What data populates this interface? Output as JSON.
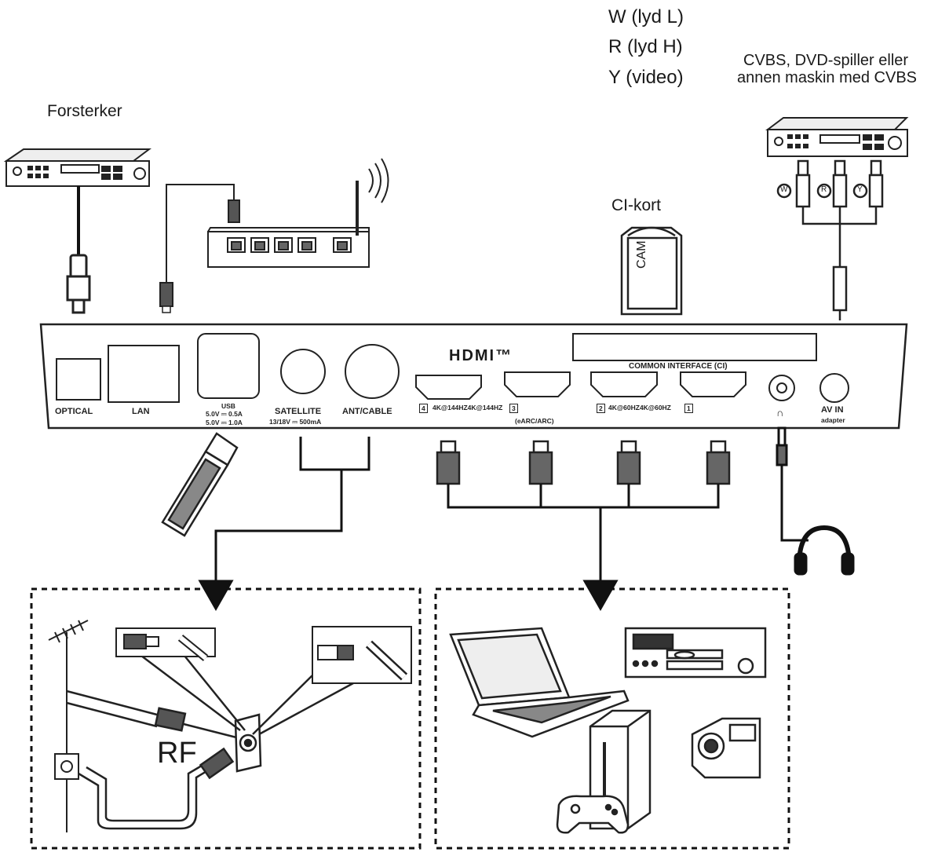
{
  "labels": {
    "amplifier": "Forsterker",
    "audio_left": "W (lyd L)",
    "audio_right": "R (lyd H)",
    "video": "Y (video)",
    "cvbs_line1": "CVBS, DVD-spiller eller",
    "cvbs_line2": "annen maskin med CVBS",
    "ci_card": "CI-kort",
    "cam": "CAM",
    "rf": "RF",
    "hdmi_logo": "HDMI™",
    "rca_w": "W",
    "rca_r": "R",
    "rca_y": "Y"
  },
  "ports": {
    "optical": "OPTICAL",
    "lan": "LAN",
    "usb": "USB",
    "usb_spec1": "5.0V ⎓ 0.5A",
    "usb_spec2": "5.0V ⎓ 1.0A",
    "satellite": "SATELLITE",
    "satellite_spec": "13/18V ⎓ 500mA",
    "ant_cable": "ANT/CABLE",
    "hdmi4_num": "4",
    "hdmi4_spec": "4K@144HZ4K@144HZ",
    "hdmi3_num": "3",
    "earc": "(eARC/ARC)",
    "hdmi2_num": "2",
    "hdmi2_spec": "4K@60HZ4K@60HZ",
    "hdmi1_num": "1",
    "common_interface": "COMMON INTERFACE (CI)",
    "headphone_symbol": "∩",
    "av_in": "AV IN",
    "av_in_sub": "adapter"
  }
}
